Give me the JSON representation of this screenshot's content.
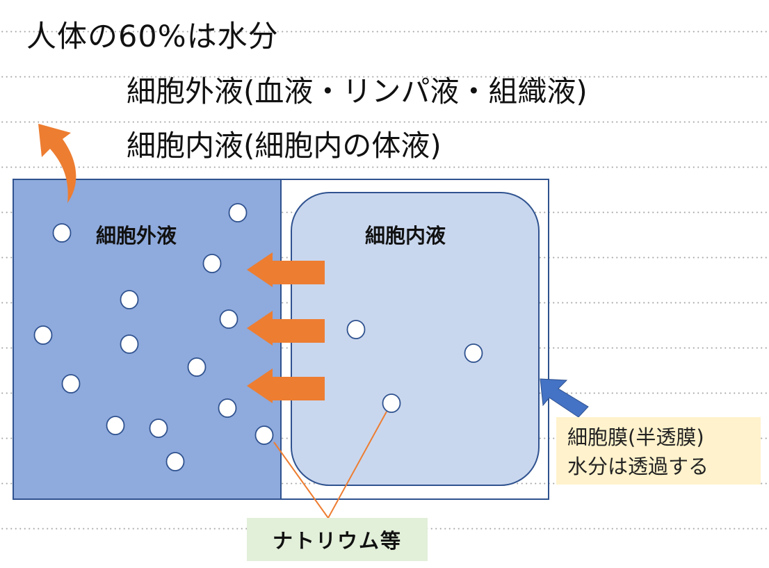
{
  "title": "人体の60%は水分",
  "line1": "細胞外液(血液・リンパ液・組織液)",
  "line2": "細胞内液(細胞内の体液)",
  "diagram": {
    "ecf_label": "細胞外液",
    "icf_label": "細胞内液",
    "membrane_note_line1": "細胞膜(半透膜)",
    "membrane_note_line2": "水分は透過する",
    "sodium_label": "ナトリウム等"
  },
  "colors": {
    "ecf_fill": "#8faadc",
    "icf_fill": "#c9d7ee",
    "arrow_orange": "#ed7d31",
    "arrow_blue": "#4472c4",
    "note_bg": "#fff2cc",
    "sodium_bg": "#e2efd9"
  },
  "icons": [
    "curved-up-arrow",
    "left-arrow",
    "diagonal-pointer-arrow"
  ]
}
